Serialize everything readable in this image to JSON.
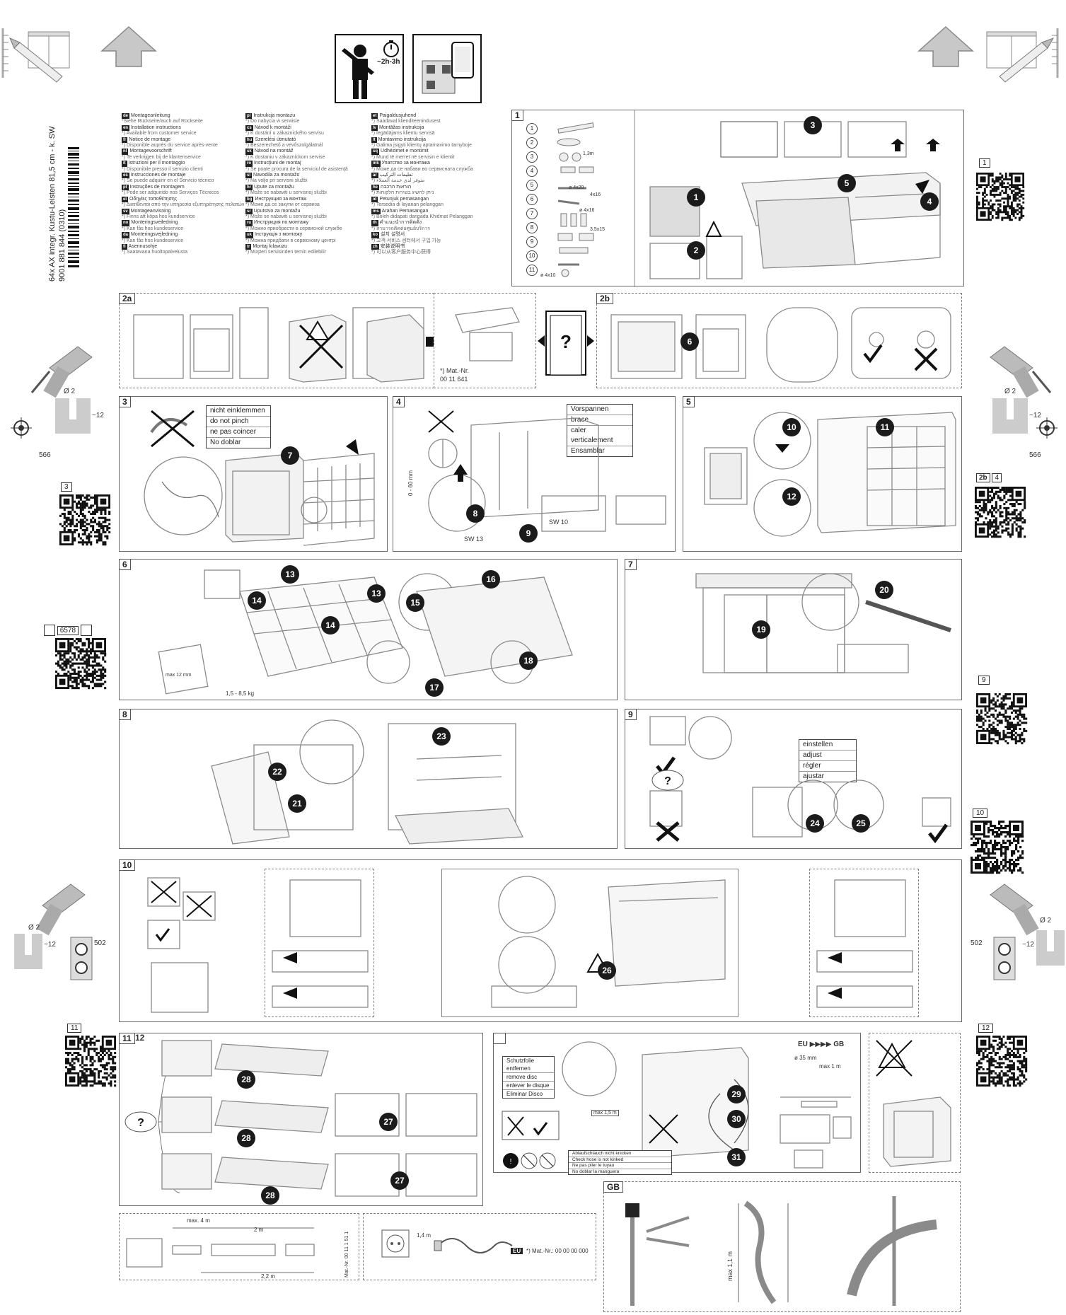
{
  "doc": {
    "side_title_line1": "64x AX integr. Kustu-Leisten 81,5 cm - k. SW",
    "side_title_line2": "9001 881 844 (0310)",
    "time_label": "~2h-3h"
  },
  "languages": {
    "col1": [
      {
        "code": "de",
        "text": "Montageanleitung",
        "sub": "*Siehe Rückseite/auch auf Rückseite"
      },
      {
        "code": "en",
        "text": "Installation instructions",
        "sub": "*) Available from customer service"
      },
      {
        "code": "fr",
        "text": "Notice de montage",
        "sub": "*) Disponible auprès du service après-vente"
      },
      {
        "code": "nl",
        "text": "Montagevoorschrift",
        "sub": "*) Te verkrijgen bij de klantenservice"
      },
      {
        "code": "it",
        "text": "Istruzioni per il montaggio",
        "sub": "*) Disponibile presso il servizio clienti"
      },
      {
        "code": "es",
        "text": "Instrucciones de montaje",
        "sub": "*) Se puede adquirir en el Servicio técnico"
      },
      {
        "code": "pt",
        "text": "Instruções de montagem",
        "sub": "*) Pode ser adquirido nos Serviços Técnicos"
      },
      {
        "code": "el",
        "text": "Οδηγίες τοποθέτησης",
        "sub": "*) Διατίθενται από την υπηρεσία εξυπηρέτησης πελατών"
      },
      {
        "code": "sv",
        "text": "Montageanvisning",
        "sub": "*) Finns att köpa hos kundservice"
      },
      {
        "code": "no",
        "text": "Monteringsveiledning",
        "sub": "*) Kan fås hos kundeservice"
      },
      {
        "code": "da",
        "text": "Monteringsvejledning",
        "sub": "*) Kan fås hos kundeservice"
      },
      {
        "code": "fi",
        "text": "Asennusohje",
        "sub": "*) Saatavana huoltopalvelusta"
      }
    ],
    "col2": [
      {
        "code": "pl",
        "text": "Instrukcja montażu",
        "sub": "*) Do nabycia w serwisie"
      },
      {
        "code": "cs",
        "text": "Návod k montáži",
        "sub": "*) K dostání u zákaznického servisu"
      },
      {
        "code": "hu",
        "text": "Szerelési útmutató",
        "sub": "*) Beszerezhető a vevőszolgálatnál"
      },
      {
        "code": "sk",
        "text": "Návod na montáž",
        "sub": "*) K dostaniu v zákazníckom servise"
      },
      {
        "code": "ro",
        "text": "Instrucţiuni de montaj",
        "sub": "*) Se poate procura de la serviciul de asistenţă"
      },
      {
        "code": "sl",
        "text": "Navodila za montažo",
        "sub": "*) Na voljo pri servisni službi"
      },
      {
        "code": "hr",
        "text": "Upute za montažu",
        "sub": "*) Može se nabaviti u servisnoj službi"
      },
      {
        "code": "bg",
        "text": "Инструкция за монтаж",
        "sub": "*) Може да се закупи от сервиза"
      },
      {
        "code": "sr",
        "text": "Uputstvo za montažu",
        "sub": "*) Može se nabaviti u servisnoj službi"
      },
      {
        "code": "ru",
        "text": "Инструкция по монтажу",
        "sub": "*) Можно приобрести в сервисной службе"
      },
      {
        "code": "uk",
        "text": "Інструкція з монтажу",
        "sub": "*) Можна придбати в сервісному центрі"
      },
      {
        "code": "tr",
        "text": "Montaj kılavuzu",
        "sub": "*) Müşteri servisinden temin edilebilir"
      }
    ],
    "col3": [
      {
        "code": "et",
        "text": "Paigaldusjuhend",
        "sub": "*) Saadaval klienditeenindusest"
      },
      {
        "code": "lv",
        "text": "Montāžas instrukcija",
        "sub": "*) Iegādājams klientu servisā"
      },
      {
        "code": "lt",
        "text": "Montavimo instrukcija",
        "sub": "*) Galima įsigyti klientų aptarnavimo tarnyboje"
      },
      {
        "code": "sq",
        "text": "Udhëzimet e montimit",
        "sub": "*) Mund të merret në servisin e klientit"
      },
      {
        "code": "mk",
        "text": "Упатство за монтажа",
        "sub": "*) Може да се набави во сервисната служба"
      },
      {
        "code": "ar",
        "text": "تعليمات التركيب",
        "sub": "*) متوفر لدى خدمة العملاء"
      },
      {
        "code": "he",
        "text": "הוראות הרכבה",
        "sub": "*) ניתן להשיג בשירות הלקוחות"
      },
      {
        "code": "id",
        "text": "Petunjuk pemasangan",
        "sub": "*) Tersedia di layanan pelanggan"
      },
      {
        "code": "ms",
        "text": "Arahan Pemasangan",
        "sub": "*) Boleh didapati daripada Khidmat Pelanggan"
      },
      {
        "code": "th",
        "text": "คำแนะนำการติดตั้ง",
        "sub": "*) สามารถติดต่อศูนย์บริการ"
      },
      {
        "code": "ko",
        "text": "설치 설명서",
        "sub": "*) 고객 서비스 센터에서 구입 가능"
      },
      {
        "code": "zh",
        "text": "安装说明书",
        "sub": "*) 可以从客户服务中心获得"
      }
    ]
  },
  "panels": {
    "p1": "1",
    "p2a": "2a",
    "p2b": "2b",
    "p3": "3",
    "p4": "4",
    "p5": "5",
    "p6": "6",
    "p7": "7",
    "p8": "8",
    "p9": "9",
    "p10": "10",
    "p11": "11",
    "p12": "12",
    "pgb": "GB"
  },
  "qr_labels": {
    "q1": "1",
    "q3": "3",
    "q2b": "2b",
    "q4": "4",
    "q6578_a": "",
    "q6578": "6578",
    "q9": "9",
    "q10": "10",
    "q11": "11",
    "q12": "12"
  },
  "parts": [
    "1",
    "2",
    "3",
    "4",
    "5",
    "6",
    "7",
    "8",
    "9",
    "10",
    "11"
  ],
  "part_sizes": {
    "s5": "ø 4x20",
    "s6": "4x16",
    "s7": "ø 4x16",
    "s8": "3,5x15",
    "s11": "ø 4x10",
    "s3": "1,3m"
  },
  "panel2a": {
    "mat_nr_label": "*) Mat.-Nr.",
    "mat_nr_value": "00 11 641"
  },
  "panel3": {
    "notes": [
      "nicht einklemmen",
      "do not pinch",
      "ne pas coincer",
      "No doblar"
    ]
  },
  "panel4": {
    "notes": [
      "Vorspannen",
      "brace",
      "caler verticalement",
      "Ensamblar"
    ],
    "sw13": "SW 13",
    "sw10": "SW 10",
    "range": "0 - 60 mm"
  },
  "panel6": {
    "weight": "1,5 - 8,5 kg",
    "dim": "max 12 mm"
  },
  "panel9": {
    "notes": [
      "einstellen",
      "adjust",
      "régler",
      "ajustar"
    ]
  },
  "panel_lower": {
    "notes": [
      "Schutzfolie entfernen",
      "remove disc",
      "enlever le disque",
      "Eliminar Disco"
    ],
    "eu_gb": "EU ▶▶▶▶ GB",
    "max_label": "max 1,5 m",
    "h_label": "max 1 m",
    "d_label": "ø 35 mm",
    "warn_lines": [
      "Ablaufschlauch nicht knicken",
      "Check hose is not kinked",
      "Ne pas plier le tuyau",
      "No doblar la manguera"
    ]
  },
  "bottom_strip": {
    "max4m": "max. 4 m",
    "len2m": "2 m",
    "len22m": "2,2 m",
    "mat_nr_vert": "Mat.-Nr. 00 11 1 51 1",
    "len_cable": "1,4 m",
    "mat_nr": "*) Mat.-Nr.: 00 00 00 000",
    "eu": "EU"
  },
  "drills": {
    "d1_dia": "Ø 2",
    "d1_depth": "~12",
    "d1_dist": "566",
    "d2_dia": "Ø 2",
    "d2_depth": "~12",
    "d2_dist": "566",
    "d3_dia": "Ø 2",
    "d3_depth": "~12",
    "d3_dist": "502",
    "d4_dia": "Ø 2",
    "d4_depth": "~12",
    "d4_dist": "502"
  },
  "gb_panel": {
    "h": "max 1,1 m"
  }
}
